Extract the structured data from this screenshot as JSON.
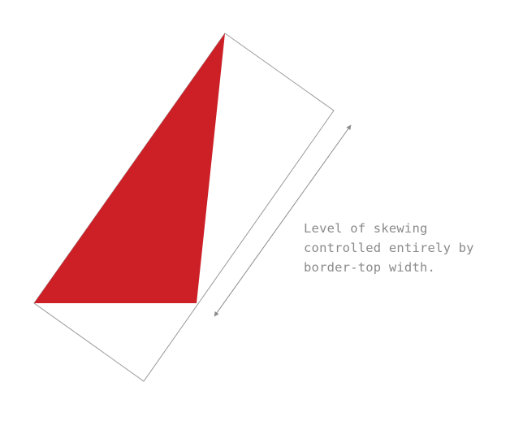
{
  "caption": {
    "lines": [
      "Level of skewing",
      "controlled entirely by",
      "border-top width."
    ]
  },
  "colors": {
    "background": "#ffffff",
    "triangle_fill": "#cc1f26",
    "outline": "#999999",
    "arrow": "#8c8c8c",
    "caption_text": "#8a8a8a"
  }
}
